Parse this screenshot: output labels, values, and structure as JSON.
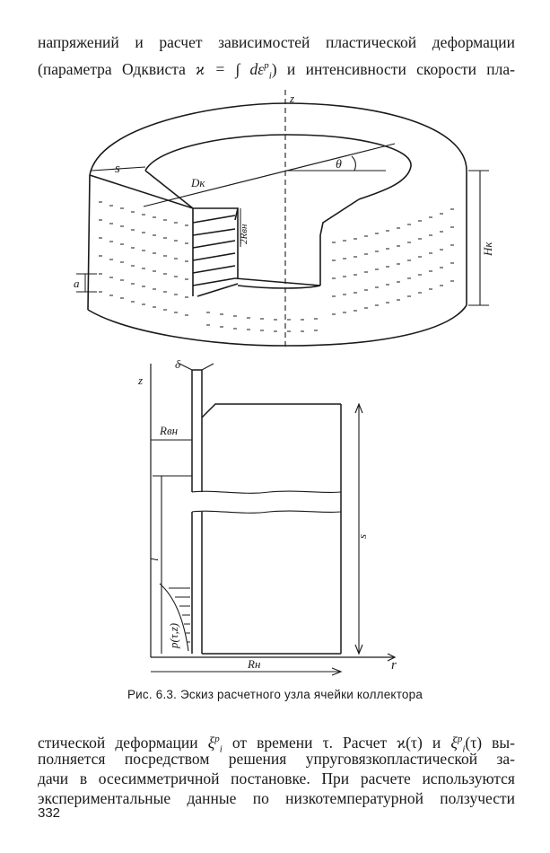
{
  "text_top": {
    "line1": "напряжений и расчет зависимостей пластической деформации",
    "line2_pre": "(параметра Одквиста ",
    "line2_formula": "ϰ = ∫ dε",
    "line2_formula_sup": "p",
    "line2_formula_sub": "i",
    "line2_post": ") и интенсивности скорости пла-"
  },
  "figure_top_labels": {
    "z": "z",
    "s": "s",
    "theta": "θ",
    "dk": "Dк",
    "r_vn": "2Rвн",
    "hk": "Hк",
    "a": "a"
  },
  "figure_bottom_labels": {
    "z": "z",
    "delta": "δ",
    "r_vn": "Rвн",
    "s": "s",
    "l": "l",
    "p": "p(τ,z)",
    "r_n": "Rн",
    "r": "r"
  },
  "caption": "Рис. 6.3. Эскиз расчетного узла ячейки коллектора",
  "text_bottom": {
    "line1_pre": "стической деформации ",
    "line1_xi": "ξ",
    "line1_xi_sup": "p",
    "line1_xi_sub": "i",
    "line1_mid": " от времени τ. Расчет ϰ(τ) и ",
    "line1_xi2": "ξ",
    "line1_xi2_sup": "p",
    "line1_xi2_sub": "i",
    "line1_post": "(τ) вы-",
    "line2": "полняется посредством решения упруговязкопластической за-",
    "line3": "дачи в осесимметричной постановке. При расчете используются",
    "line4": "экспериментальные данные по низкотемпературной ползучести"
  },
  "page_number": "332"
}
